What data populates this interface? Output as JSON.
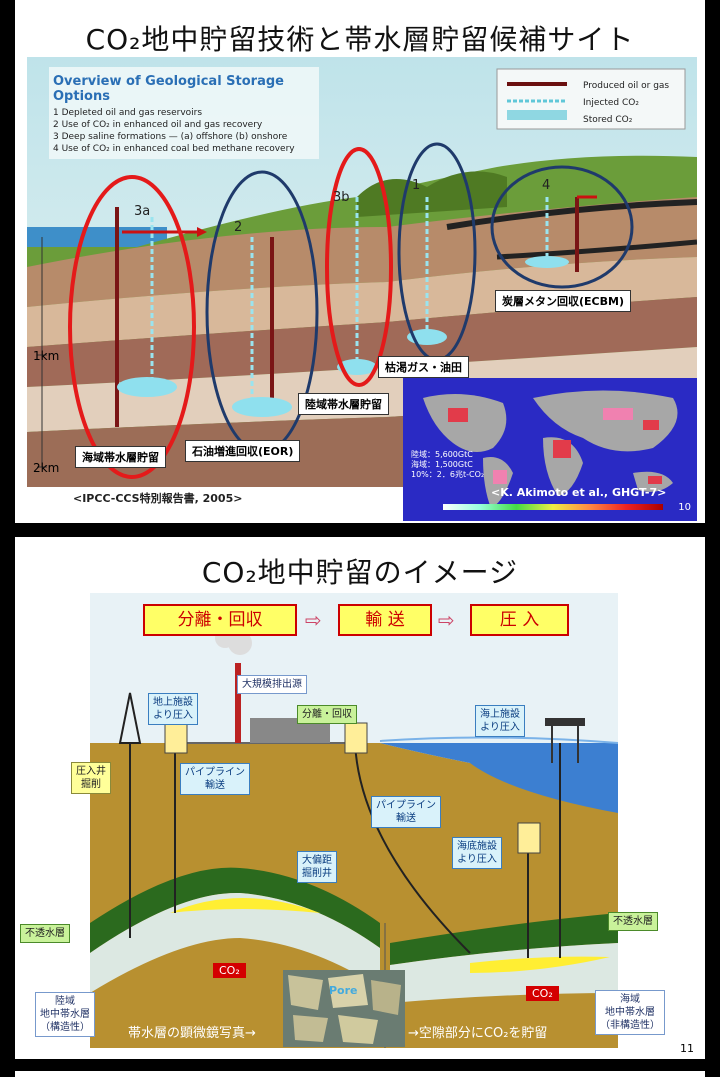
{
  "slide1": {
    "title": "CO₂地中貯留技術と帯水層貯留候補サイト",
    "overview": {
      "heading": "Overview of Geological Storage Options",
      "items": [
        "1  Depleted oil and gas reservoirs",
        "2  Use of CO₂ in enhanced oil and gas recovery",
        "3  Deep saline formations — (a) offshore (b) onshore",
        "4  Use of CO₂ in enhanced coal bed methane recovery"
      ]
    },
    "legend": [
      "Produced oil or gas",
      "Injected CO₂",
      "Stored CO₂"
    ],
    "site_numbers": [
      "3a",
      "2",
      "3b",
      "1",
      "4"
    ],
    "depths": [
      "1km",
      "2km"
    ],
    "labels": {
      "offshore": "海域帯水層貯留",
      "eor": "石油増進回収(EOR)",
      "onshore": "陸域帯水層貯留",
      "gasfield": "枯渇ガス・油田",
      "ecbm": "炭層メタン回収(ECBM)"
    },
    "source": "<IPCC-CCS特別報告書, 2005>",
    "map": {
      "stats": [
        "陸域：5,600GtC",
        "海域：1,500GtC",
        "10%：2．6兆t-CO₂"
      ],
      "credit": "<K. Akimoto et al.,  GHGT-7>",
      "page": "10"
    }
  },
  "slide2": {
    "title": "CO₂地中貯留のイメージ",
    "flow": [
      "分離・回収",
      "輸 送",
      "圧 入"
    ],
    "labels": {
      "emission": "大規模排出源",
      "onshore_facility": "地上施設\nより圧入",
      "separation": "分離・回収",
      "offshore_facility": "海上施設\nより圧入",
      "well": "圧入井\n掘削",
      "pipeline1": "パイプライン\n輸送",
      "pipeline2": "パイプライン\n輸送",
      "directional": "大偏距\n掘削井",
      "seabed": "海底施設\nより圧入",
      "cap_left": "不透水層",
      "cap_right": "不透水層",
      "co2_left": "CO₂",
      "co2_right": "CO₂",
      "land_aquifer": "陸域\n地中帯水層\n（構造性）",
      "sea_aquifer": "海域\n地中帯水層\n（非構造性）",
      "pore": "Pore",
      "micro_left": "帯水層の顕微鏡写真→",
      "micro_right": "→空隙部分にCO₂を貯留"
    },
    "page": "11"
  },
  "colors": {
    "red_ellipse": "#e41a1a",
    "blue_ellipse": "#1f3a6b",
    "sea": "#3c7fd1",
    "earth": "#b89030",
    "flow_fill": "#ffff66"
  }
}
